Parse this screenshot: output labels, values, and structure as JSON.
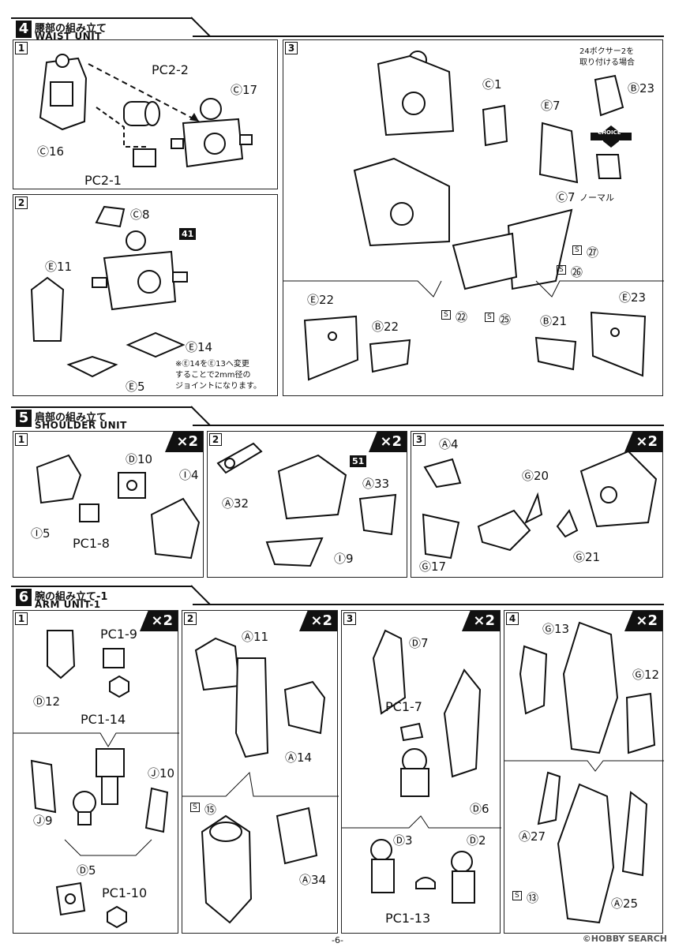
{
  "sections": {
    "s4": {
      "num": "4",
      "jp": "腰部の組み立て",
      "en": "WAIST UNIT"
    },
    "s5": {
      "num": "5",
      "jp": "肩部の組み立て",
      "en": "SHOULDER UNIT"
    },
    "s6": {
      "num": "6",
      "jp": "腕の組み立て-1",
      "en": "ARM UNIT-1"
    }
  },
  "step_numbers": [
    "1",
    "2",
    "3",
    "4"
  ],
  "multiplier": "×2",
  "waist": {
    "p1": {
      "pc2_2": "PC2-2",
      "c17": "Ⓒ17",
      "c16": "Ⓒ16",
      "pc2_1": "PC2-1"
    },
    "p2": {
      "c8": "Ⓒ8",
      "ref": "41",
      "e11": "Ⓔ11",
      "e14": "Ⓔ14",
      "e5": "Ⓔ5",
      "note": "※Ⓔ14をⒺ13へ変更\nすることで2mm径の\nジョイントになります。"
    },
    "p3": {
      "c1": "Ⓒ1",
      "e7": "Ⓔ7",
      "c7": "Ⓒ7",
      "normal": "ノーマル",
      "choice": "CHOICE",
      "boxer_note": "24ボクサー2を\n取り付ける場合",
      "b23": "Ⓑ23",
      "s27": "㉗",
      "s26": "㉖",
      "s22": "㉒",
      "s25": "㉕",
      "e22": "Ⓔ22",
      "b22": "Ⓑ22",
      "b21": "Ⓑ21",
      "e23": "Ⓔ23"
    }
  },
  "shoulder": {
    "p1": {
      "d10": "Ⓓ10",
      "i4": "Ⓘ4",
      "i5": "Ⓘ5",
      "pc1_8": "PC1-8"
    },
    "p2": {
      "ref": "51",
      "a33": "Ⓐ33",
      "a32": "Ⓐ32",
      "i9": "Ⓘ9"
    },
    "p3": {
      "a4": "Ⓐ4",
      "g20": "Ⓖ20",
      "g17": "Ⓖ17",
      "g21": "Ⓖ21"
    }
  },
  "arm": {
    "p1": {
      "pc1_9": "PC1-9",
      "d12": "Ⓓ12",
      "pc1_14": "PC1-14",
      "j10": "Ⓙ10",
      "j9": "Ⓙ9",
      "d5": "Ⓓ5",
      "pc1_10": "PC1-10"
    },
    "p2": {
      "a11": "Ⓐ11",
      "a14": "Ⓐ14",
      "s15": "⑮",
      "a34": "Ⓐ34"
    },
    "p3": {
      "d7": "Ⓓ7",
      "pc1_7": "PC1-7",
      "d6": "Ⓓ6",
      "d3": "Ⓓ3",
      "d2": "Ⓓ2",
      "pc1_13": "PC1-13"
    },
    "p4": {
      "g13": "Ⓖ13",
      "g12": "Ⓖ12",
      "a27": "Ⓐ27",
      "a25": "Ⓐ25",
      "s13": "⑬"
    }
  },
  "sticker_tag": "S",
  "page_number": "-6-",
  "watermark": "©HOBBY SEARCH"
}
